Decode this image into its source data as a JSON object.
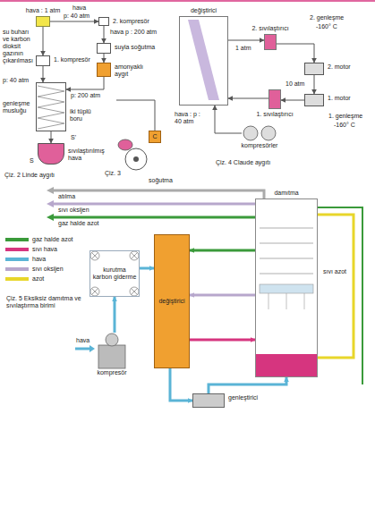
{
  "diagram": {
    "nodes": [
      {
        "text": [
          "hava : 1 atm"
        ]
      },
      {
        "text": [
          "2. kompresör"
        ]
      },
      {
        "text": [
          "suyla soğutma"
        ]
      },
      {
        "text": [
          "amonyaklı aygıt"
        ]
      },
      {
        "text": [
          "1. kompresör"
        ]
      },
      {
        "text": [
          "iki tüplü boru"
        ]
      },
      {
        "text": [
          "sıvılaştırılmış hava"
        ]
      },
      {
        "text": [
          "C"
        ]
      },
      {
        "text": [
          "değiştirici"
        ]
      },
      {
        "text": [
          "2. sıvılaştırıcı"
        ]
      },
      {
        "text": [
          "2. motor"
        ]
      },
      {
        "text": [
          "1. motor"
        ]
      },
      {
        "text": [
          "1. sıvılaştırıcı"
        ]
      },
      {
        "text": [
          "kompresörler"
        ]
      },
      {
        "text": [
          "damıtma"
        ]
      },
      {
        "text": [
          "değiştirici"
        ]
      },
      {
        "text": [
          "kurutma",
          "karbon giderme"
        ]
      },
      {
        "text": [
          "kompresör"
        ]
      },
      {
        "text": [
          "genleştirici"
        ]
      }
    ],
    "edges": [
      {
        "from": 0,
        "to": 1,
        "arrow": "to"
      },
      {
        "from": 0,
        "to": 4,
        "arrow": "to"
      },
      {
        "from": 1,
        "to": 2,
        "arrow": "to"
      },
      {
        "from": 2,
        "to": 3,
        "arrow": "to"
      },
      {
        "from": 3,
        "to": 5,
        "arrow": "to"
      },
      {
        "from": 4,
        "to": 5,
        "arrow": "to"
      },
      {
        "from": 5,
        "to": 6,
        "arrow": "to"
      },
      {
        "from": 8,
        "to": 9,
        "arrow": "to"
      },
      {
        "from": 9,
        "to": 10,
        "arrow": "to"
      },
      {
        "from": 10,
        "to": 11,
        "arrow": "to"
      },
      {
        "from": 11,
        "to": 12,
        "arrow": "to"
      },
      {
        "from": 12,
        "to": 8,
        "arrow": "to"
      },
      {
        "from": 13,
        "to": 8,
        "arrow": "to"
      },
      {
        "from": 17,
        "to": 16,
        "arrow": "to"
      },
      {
        "from": 16,
        "to": 15,
        "arrow": "to"
      },
      {
        "from": 15,
        "to": 18,
        "arrow": "to"
      },
      {
        "from": 18,
        "to": 14,
        "arrow": "to"
      },
      {
        "from": 15,
        "to": 14,
        "arrow": "to"
      },
      {
        "from": 14,
        "to": 15,
        "arrow": "to"
      },
      {
        "from": 14,
        "to": 15,
        "arrow": "to"
      }
    ],
    "labels": [
      "hava",
      "p: 40 atm",
      "hava p : 200 atm",
      "su buharı ve karbon dioksit gazının çıkarılması",
      "p: 40 atm",
      "p: 200 atm",
      "genleşme musluğu",
      "S'",
      "S",
      "Çiz. 2 Linde aygıtı",
      "Çiz. 3",
      "2. genleşme",
      "-160° C",
      "1 atm",
      "10 atm",
      "hava : p : 40 atm",
      "1. genleşme",
      "-160° C",
      "Çiz. 4 Claude aygıtı",
      "soğutma",
      "atılma",
      "sıvı oksijen",
      "gaz halde azot",
      "hava",
      "sıvı azot",
      "Çiz. 5 Eksiksiz damıtma ve sıvılaştırma birimi"
    ],
    "legend": [
      {
        "text": "gaz halde azot",
        "color": "#3a9a3a"
      },
      {
        "text": "sıvı hava",
        "color": "#d6357f"
      },
      {
        "text": "hava",
        "color": "#5ab4d6"
      },
      {
        "text": "sıvı oksijen",
        "color": "#b7a7cc"
      },
      {
        "text": "azot",
        "color": "#e8d62a"
      }
    ]
  }
}
